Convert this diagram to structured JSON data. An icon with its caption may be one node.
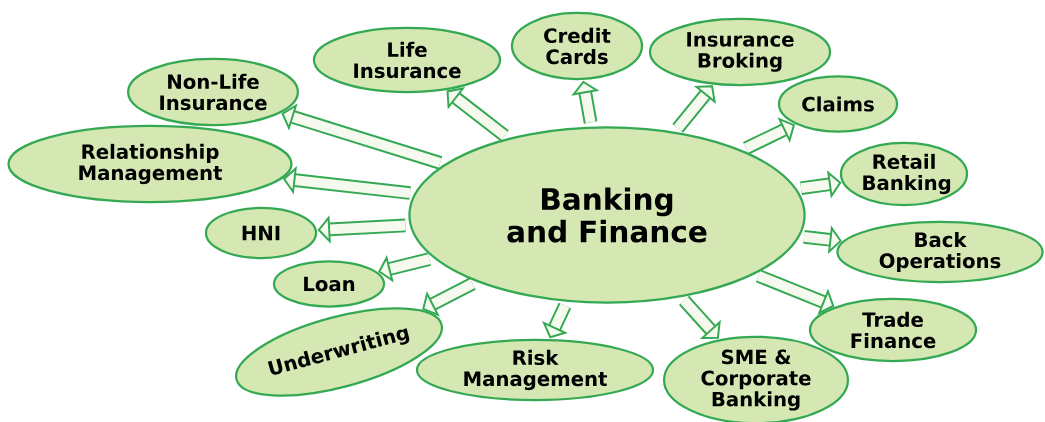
{
  "diagram": {
    "nodes": [
      {
        "text": [
          "Banking and Finance"
        ]
      },
      {
        "text": [
          "Non-Life Insurance"
        ]
      },
      {
        "text": [
          "Life Insurance"
        ]
      },
      {
        "text": [
          "Credit Cards"
        ]
      },
      {
        "text": [
          "Insurance Broking"
        ]
      },
      {
        "text": [
          "Claims"
        ]
      },
      {
        "text": [
          "Retail Banking"
        ]
      },
      {
        "text": [
          "Back Operations"
        ]
      },
      {
        "text": [
          "Trade Finance"
        ]
      },
      {
        "text": [
          "SME & Corporate Banking"
        ]
      },
      {
        "text": [
          "Risk Management"
        ]
      },
      {
        "text": [
          "Underwriting"
        ]
      },
      {
        "text": [
          "Loan"
        ]
      },
      {
        "text": [
          "HNI"
        ]
      },
      {
        "text": [
          "Relationship Management"
        ]
      }
    ],
    "edges": [
      {
        "from": 0,
        "to": 1,
        "arrow": "to"
      },
      {
        "from": 0,
        "to": 2,
        "arrow": "to"
      },
      {
        "from": 0,
        "to": 3,
        "arrow": "to"
      },
      {
        "from": 0,
        "to": 4,
        "arrow": "to"
      },
      {
        "from": 0,
        "to": 5,
        "arrow": "to"
      },
      {
        "from": 0,
        "to": 6,
        "arrow": "to"
      },
      {
        "from": 0,
        "to": 7,
        "arrow": "to"
      },
      {
        "from": 0,
        "to": 8,
        "arrow": "to"
      },
      {
        "from": 0,
        "to": 9,
        "arrow": "to"
      },
      {
        "from": 0,
        "to": 10,
        "arrow": "to"
      },
      {
        "from": 0,
        "to": 11,
        "arrow": "to"
      },
      {
        "from": 0,
        "to": 12,
        "arrow": "to"
      },
      {
        "from": 0,
        "to": 13,
        "arrow": "to"
      },
      {
        "from": 0,
        "to": 14,
        "arrow": "to"
      }
    ]
  }
}
